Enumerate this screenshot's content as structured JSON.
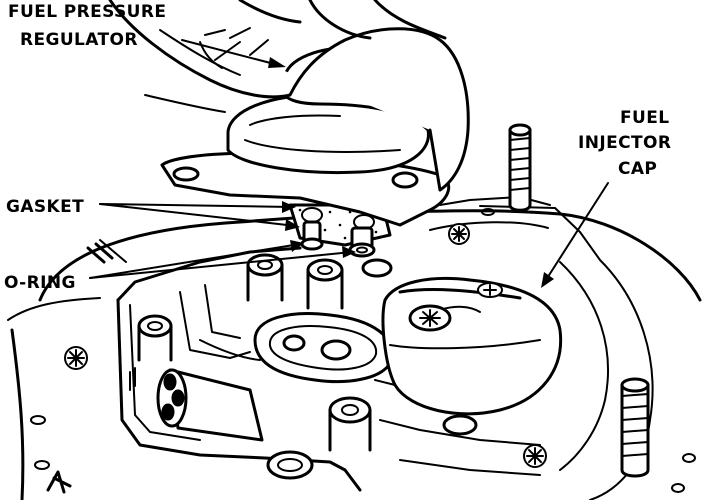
{
  "labels": {
    "regulator_line1": "FUEL PRESSURE",
    "regulator_line2": "REGULATOR",
    "cap_line1": "FUEL",
    "cap_line2": "INJECTOR",
    "cap_line3": "CAP",
    "gasket": "GASKET",
    "oring": "O-RING"
  },
  "colors": {
    "ink": "#000000",
    "paper": "#ffffff"
  }
}
